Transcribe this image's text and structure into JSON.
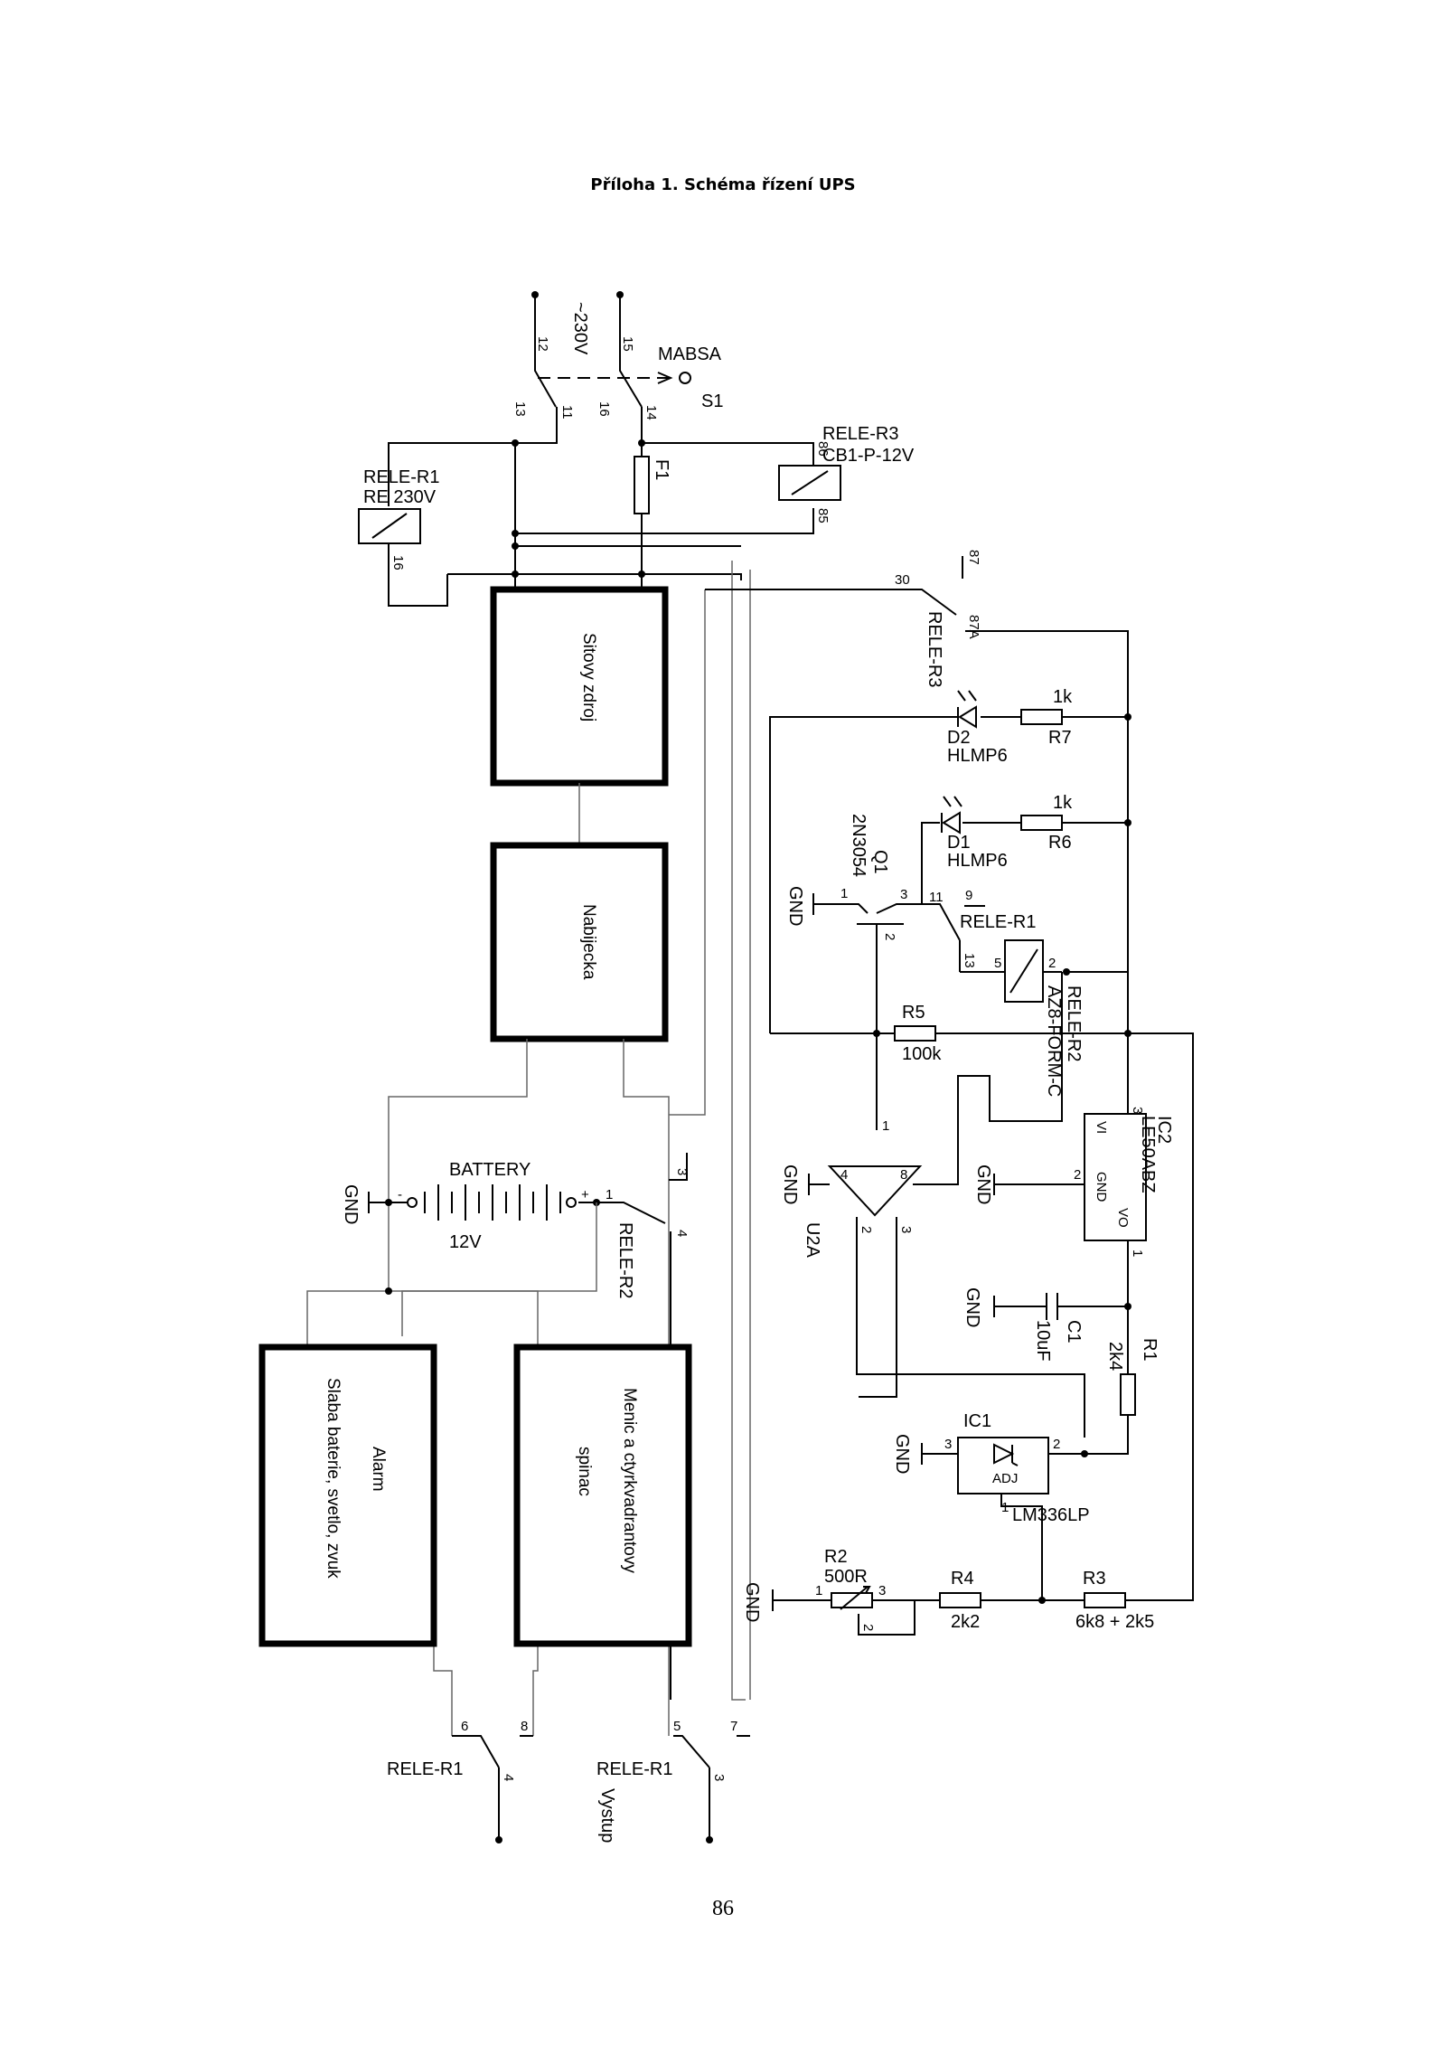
{
  "title": "Příloha 1. Schéma řízení UPS",
  "page_number": "86",
  "blocks": {
    "sitovy_zdroj": "Sitovy zdroj",
    "nabijecka": "Nabijecka",
    "alarm_line1": "Alarm",
    "alarm_line2": "Slaba baterie, svetlo, zvuk",
    "menic_line1": "Menic a ctyrkvadrantovy",
    "menic_line2": "spinac"
  },
  "labels": {
    "v230": "~230V",
    "mabsa": "MABSA",
    "s1": "S1",
    "rele_r1": "RELE-R1",
    "re230": "RE 230V",
    "rele_r3": "RELE-R3",
    "cb1": "CB1-P-12V",
    "f1": "F1",
    "battery": "BATTERY",
    "v12": "12V",
    "gnd": "GND",
    "rele_r2": "RELE-R2",
    "az8": "AZ8-FORM-C",
    "d2": "D2",
    "d1": "D1",
    "hlmp6": "HLMP6",
    "k1": "1k",
    "r7": "R7",
    "r6": "R6",
    "q1": "Q1",
    "q1_type": "2N3054",
    "r5": "R5",
    "k100": "100k",
    "u2a": "U2A",
    "ic2": "IC2",
    "le50abz": "LE50ABZ",
    "vi": "VI",
    "vo": "VO",
    "ic_gnd": "GND",
    "c1": "C1",
    "uf10": "10uF",
    "r1": "R1",
    "k2k4": "2k4",
    "ic1": "IC1",
    "adj": "ADJ",
    "lm336": "LM336LP",
    "r2": "R2",
    "r500": "500R",
    "r4": "R4",
    "k2k2": "2k2",
    "r3": "R3",
    "r3val": "6k8 + 2k5",
    "vystup": "Vystup"
  },
  "pins": {
    "p1": "1",
    "p2": "2",
    "p3": "3",
    "p4": "4",
    "p5": "5",
    "p6": "6",
    "p7": "7",
    "p8": "8",
    "p9": "9",
    "p11": "11",
    "p12": "12",
    "p13": "13",
    "p14": "14",
    "p15": "15",
    "p16": "16",
    "p30": "30",
    "p85": "85",
    "p86": "86",
    "p87": "87",
    "p87a": "87A",
    "plus": "+",
    "minus": "-"
  }
}
